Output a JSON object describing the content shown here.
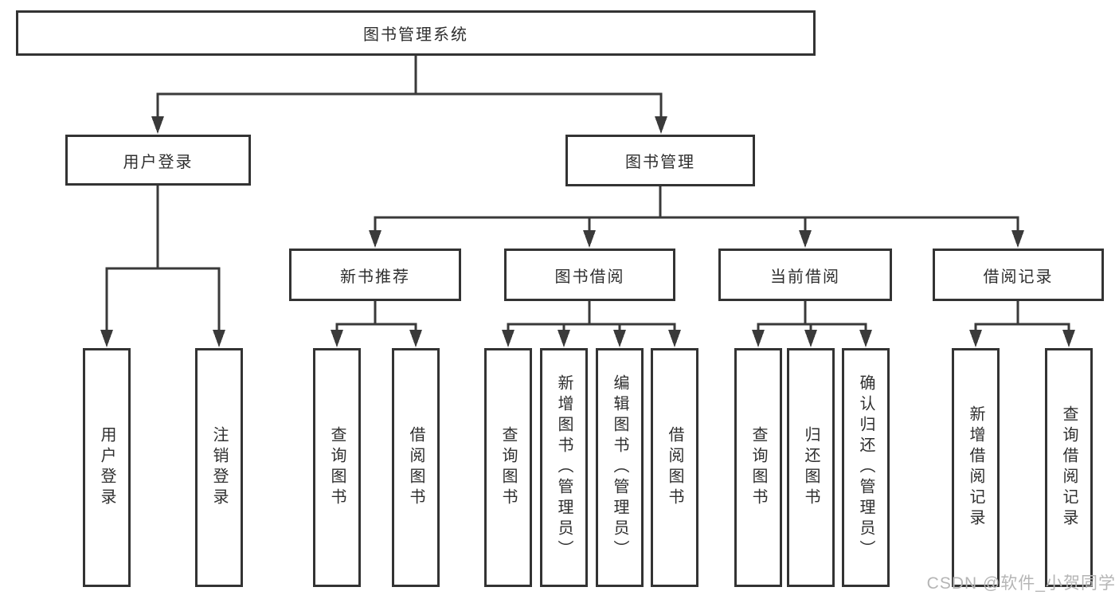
{
  "colors": {
    "background": "#ffffff",
    "box_border": "#333333",
    "line": "#3a3a3a",
    "text": "#2f2f2f",
    "watermark": "#b5b5b5"
  },
  "watermark": "CSDN @软件_小贺同学",
  "diagram": {
    "type": "hierarchy-tree",
    "root": {
      "label": "图书管理系统",
      "children": [
        {
          "label": "用户登录",
          "children": [
            {
              "label": "用户登录"
            },
            {
              "label": "注销登录"
            }
          ]
        },
        {
          "label": "图书管理",
          "children": [
            {
              "label": "新书推荐",
              "children": [
                {
                  "label": "查询图书"
                },
                {
                  "label": "借阅图书"
                }
              ]
            },
            {
              "label": "图书借阅",
              "children": [
                {
                  "label": "查询图书"
                },
                {
                  "label": "新增图书（管理员）"
                },
                {
                  "label": "编辑图书（管理员）"
                },
                {
                  "label": "借阅图书"
                }
              ]
            },
            {
              "label": "当前借阅",
              "children": [
                {
                  "label": "查询图书"
                },
                {
                  "label": "归还图书"
                },
                {
                  "label": "确认归还（管理员）"
                }
              ]
            },
            {
              "label": "借阅记录",
              "children": [
                {
                  "label": "新增借阅记录"
                },
                {
                  "label": "查询借阅记录"
                }
              ]
            }
          ]
        }
      ]
    }
  }
}
